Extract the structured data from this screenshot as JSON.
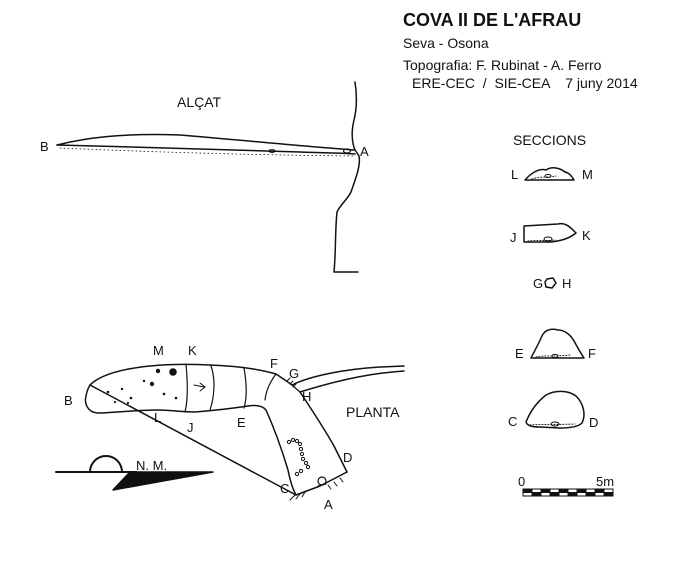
{
  "header": {
    "title": "COVA II DE L'AFRAU",
    "location": "Seva - Osona",
    "topography": "Topografia: F. Rubinat - A. Ferro",
    "groups_date": "ERE-CEC  /  SIE-CEA    7 juny 2014"
  },
  "views": {
    "elevation": "ALÇAT",
    "sections": "SECCIONS",
    "plan": "PLANTA"
  },
  "elevation_points": {
    "a": "A",
    "b": "B"
  },
  "section_labels": [
    {
      "left": "L",
      "right": "M"
    },
    {
      "left": "J",
      "right": "K"
    },
    {
      "left": "G",
      "right": "H"
    },
    {
      "left": "E",
      "right": "F"
    },
    {
      "left": "C",
      "right": "D"
    }
  ],
  "plan_points": {
    "a": "A",
    "b": "B",
    "c": "C",
    "d": "D",
    "e": "E",
    "f": "F",
    "g": "G",
    "h": "H",
    "j": "J",
    "k": "K",
    "l": "L",
    "m": "M"
  },
  "north": "N. M.",
  "scale": {
    "start": "0",
    "end": "5m"
  }
}
